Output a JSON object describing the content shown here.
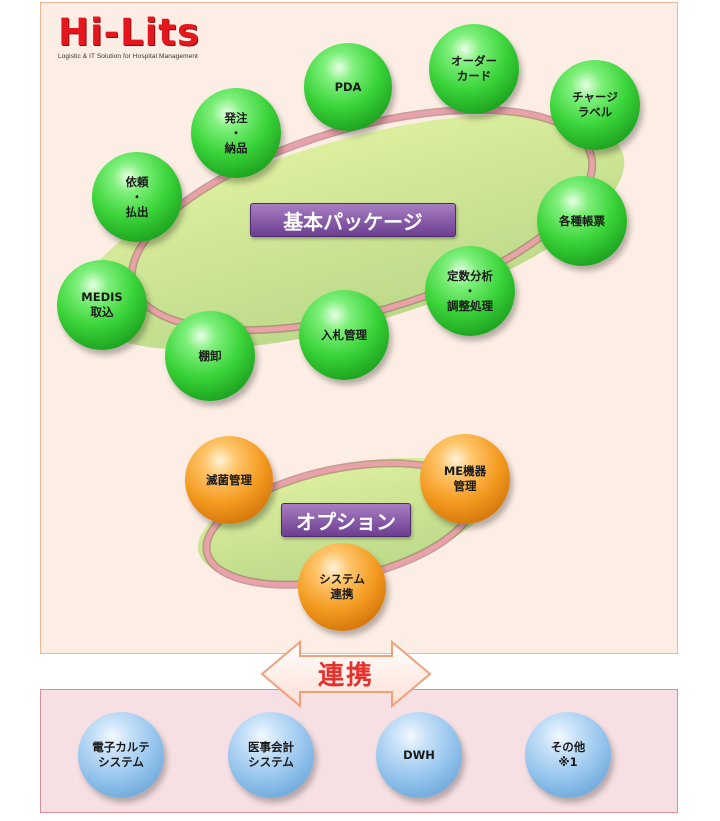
{
  "logo": {
    "name": "Hi-Lits",
    "tagline": "Logistic & IT Solution for Hospital Management"
  },
  "basic_package": {
    "label": "基本パッケージ",
    "modules": [
      {
        "label": "PDA"
      },
      {
        "label": "オーダー\nカード"
      },
      {
        "label": "発注\n・\n納品"
      },
      {
        "label": "チャージ\nラベル"
      },
      {
        "label": "依頼\n・\n払出"
      },
      {
        "label": "各種帳票"
      },
      {
        "label": "MEDIS\n取込"
      },
      {
        "label": "定数分析\n・\n調整処理"
      },
      {
        "label": "入札管理"
      },
      {
        "label": "棚卸"
      }
    ]
  },
  "options": {
    "label": "オプション",
    "modules": [
      {
        "label": "滅菌管理"
      },
      {
        "label": "ME機器\n管理"
      },
      {
        "label": "システム\n連携"
      }
    ]
  },
  "link": {
    "label": "連携"
  },
  "external_systems": [
    {
      "label": "電子カルテ\nシステム"
    },
    {
      "label": "医事会計\nシステム"
    },
    {
      "label": "DWH"
    },
    {
      "label": "その他\n※1"
    }
  ],
  "colors": {
    "basic_module": "#3bd43a",
    "option_module": "#f39a1f",
    "external_system": "#93c3ec",
    "package_label": "#6d3e91",
    "ring": "#e79aa2",
    "ellipse_fill": "#d3e89a",
    "link_text": "#e5312e"
  }
}
